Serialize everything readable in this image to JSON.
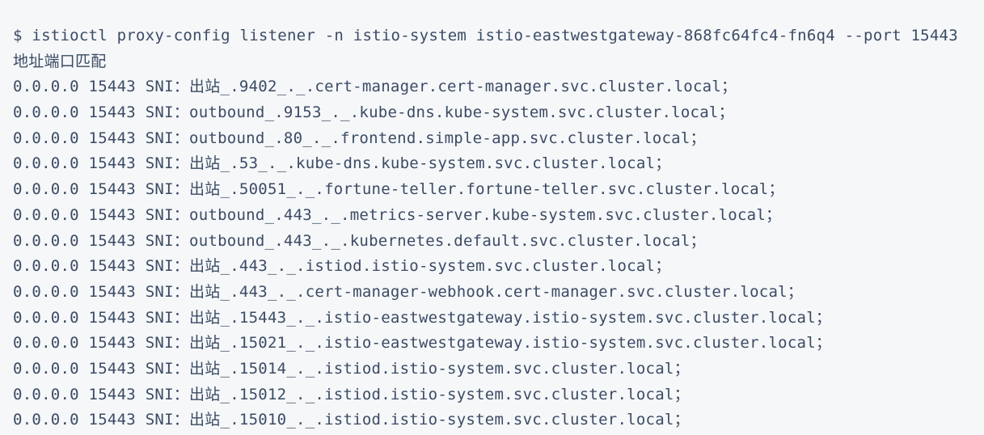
{
  "colors": {
    "background": "#f5f7f9",
    "text": "#3c4b64"
  },
  "terminal": {
    "command_line": "$ istioctl proxy-config listener -n istio-system istio-eastwestgateway-868fc64fc4-fn6q4 --port 15443",
    "table_header": "地址端口匹配",
    "rows": [
      {
        "address": "0.0.0.0",
        "port": "15443",
        "match": "SNI：",
        "destination": "出站_.9402_._.cert-manager.cert-manager.svc.cluster.local；"
      },
      {
        "address": "0.0.0.0",
        "port": "15443",
        "match": "SNI：",
        "destination": "outbound_.9153_._.kube-dns.kube-system.svc.cluster.local；"
      },
      {
        "address": "0.0.0.0",
        "port": "15443",
        "match": "SNI：",
        "destination": "outbound_.80_._.frontend.simple-app.svc.cluster.local；"
      },
      {
        "address": "0.0.0.0",
        "port": "15443",
        "match": "SNI：",
        "destination": "出站_.53_._.kube-dns.kube-system.svc.cluster.local；"
      },
      {
        "address": "0.0.0.0",
        "port": "15443",
        "match": "SNI：",
        "destination": "出站_.50051_._.fortune-teller.fortune-teller.svc.cluster.local；"
      },
      {
        "address": "0.0.0.0",
        "port": "15443",
        "match": "SNI：",
        "destination": "outbound_.443_._.metrics-server.kube-system.svc.cluster.local；"
      },
      {
        "address": "0.0.0.0",
        "port": "15443",
        "match": "SNI：",
        "destination": "outbound_.443_._.kubernetes.default.svc.cluster.local；"
      },
      {
        "address": "0.0.0.0",
        "port": "15443",
        "match": "SNI：",
        "destination": "出站_.443_._.istiod.istio-system.svc.cluster.local；"
      },
      {
        "address": "0.0.0.0",
        "port": "15443",
        "match": "SNI：",
        "destination": "出站_.443_._.cert-manager-webhook.cert-manager.svc.cluster.local；"
      },
      {
        "address": "0.0.0.0",
        "port": "15443",
        "match": "SNI：",
        "destination": "出站_.15443_._.istio-eastwestgateway.istio-system.svc.cluster.local；"
      },
      {
        "address": "0.0.0.0",
        "port": "15443",
        "match": "SNI：",
        "destination": "出站_.15021_._.istio-eastwestgateway.istio-system.svc.cluster.local；"
      },
      {
        "address": "0.0.0.0",
        "port": "15443",
        "match": "SNI：",
        "destination": "出站_.15014_._.istiod.istio-system.svc.cluster.local；"
      },
      {
        "address": "0.0.0.0",
        "port": "15443",
        "match": "SNI：",
        "destination": "出站_.15012_._.istiod.istio-system.svc.cluster.local；"
      },
      {
        "address": "0.0.0.0",
        "port": "15443",
        "match": "SNI：",
        "destination": "出站_.15010_._.istiod.istio-system.svc.cluster.local；"
      }
    ]
  }
}
